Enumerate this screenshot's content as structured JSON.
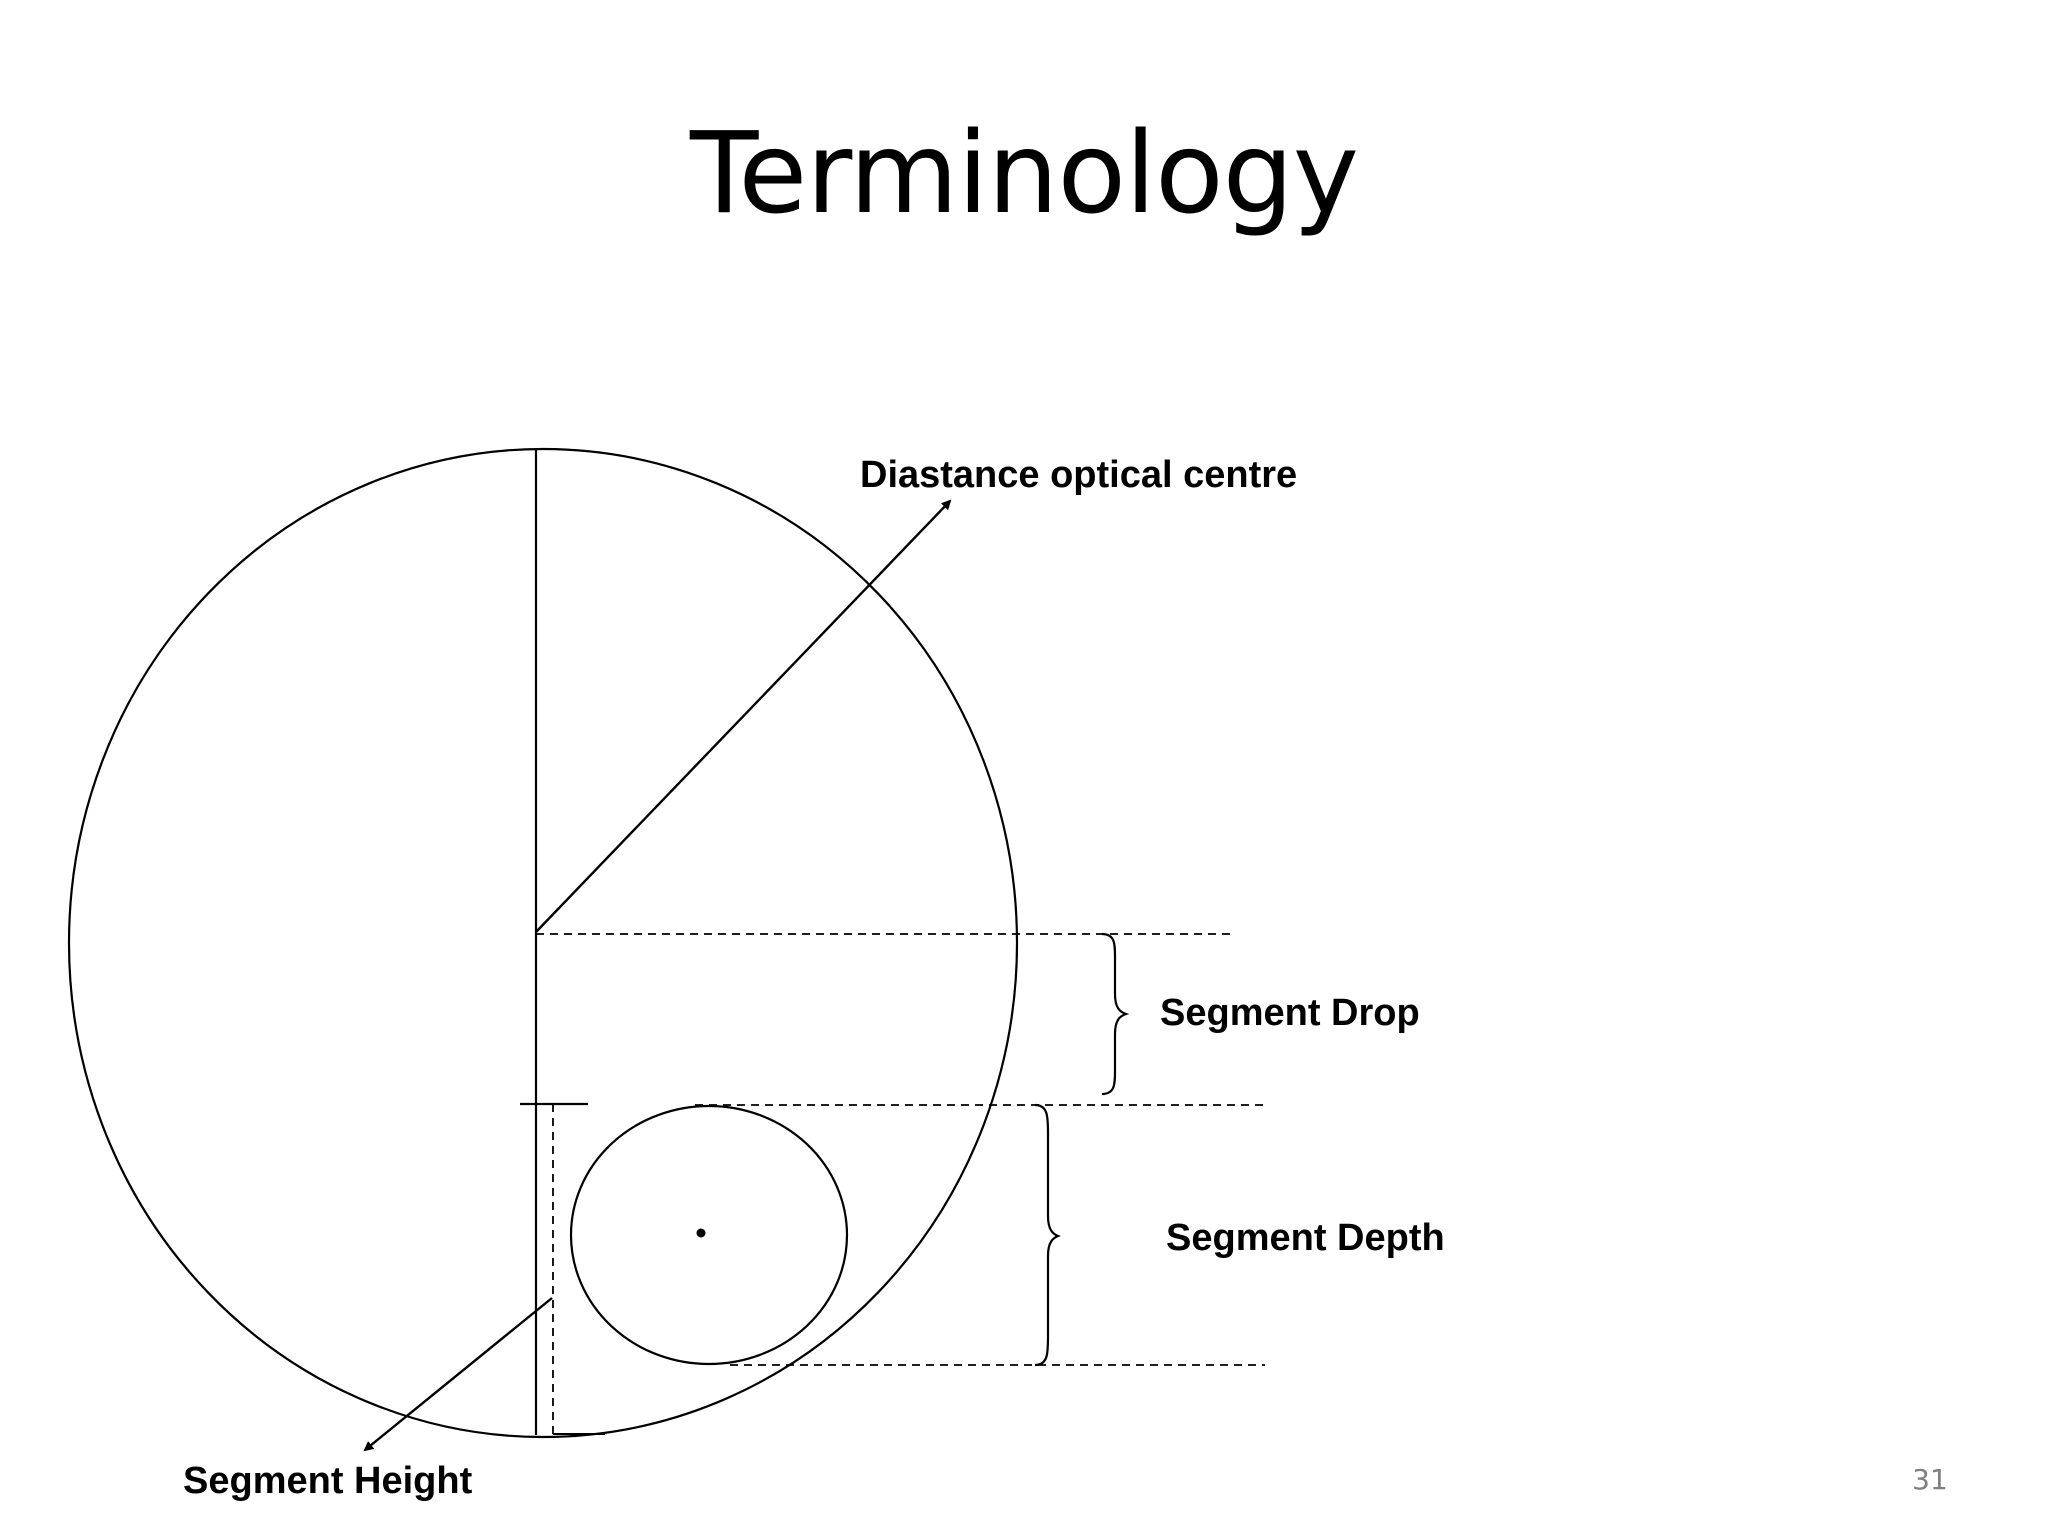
{
  "slide": {
    "title": "Terminology",
    "number": "31"
  },
  "diagram": {
    "labels": {
      "distance_optical_centre": "Diastance optical centre",
      "segment_drop": "Segment Drop",
      "segment_depth": "Segment Depth",
      "segment_height": "Segment Height"
    }
  }
}
